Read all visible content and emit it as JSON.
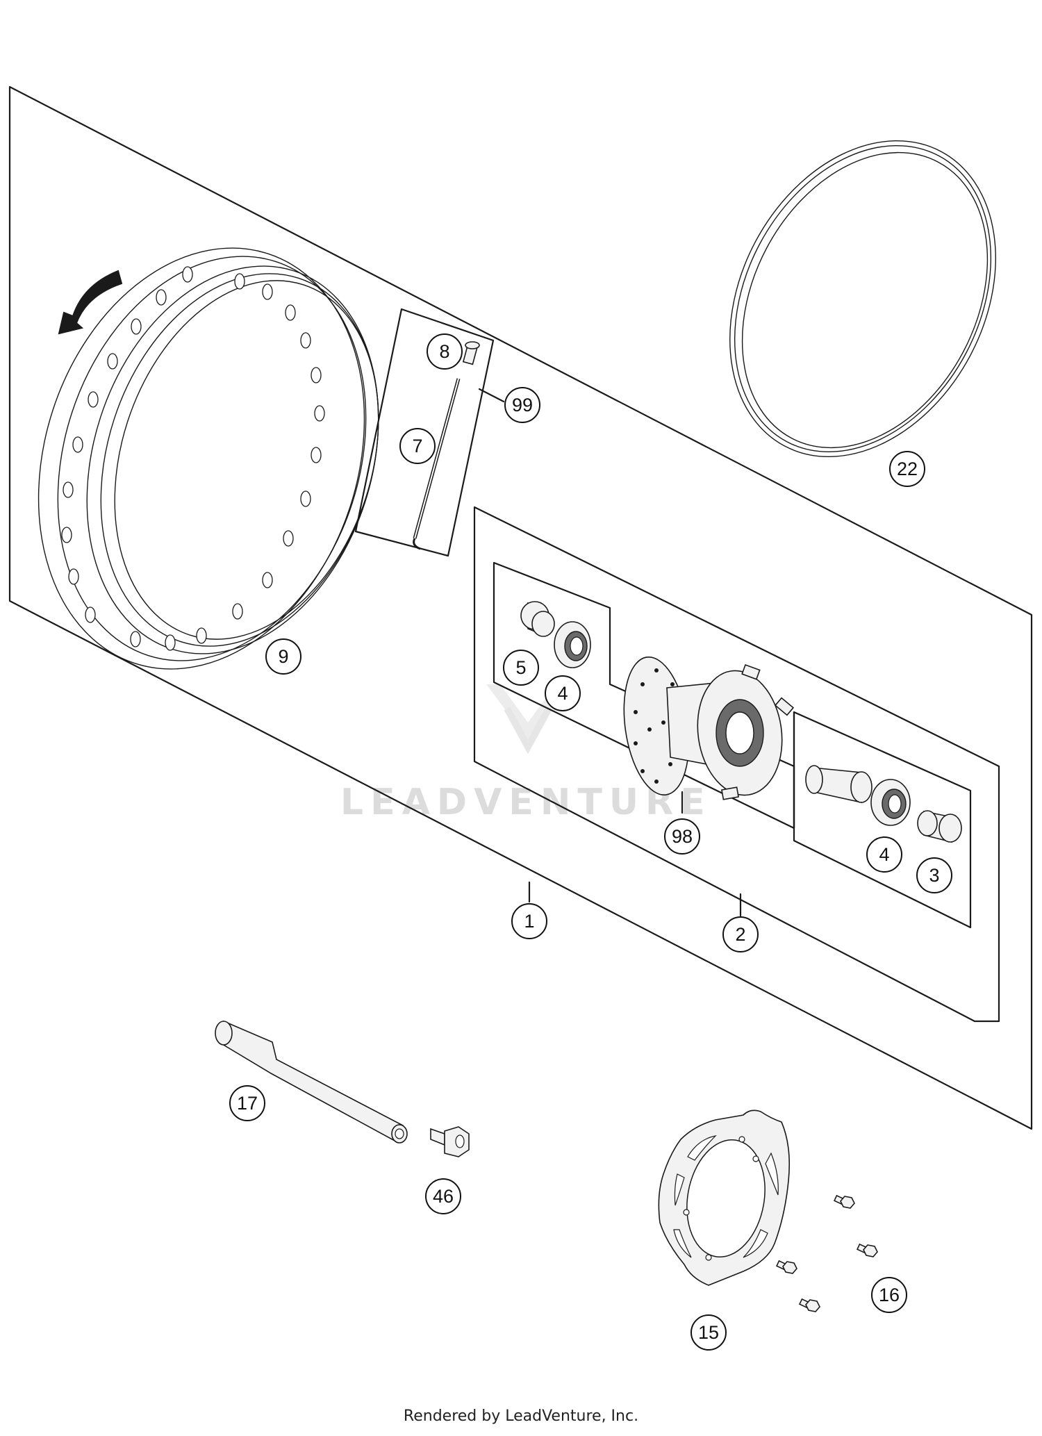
{
  "watermark": "LEADVENTURE",
  "footer": "Rendered by LeadVenture, Inc.",
  "callouts": {
    "c1": "1",
    "c2": "2",
    "c3": "3",
    "c4a": "4",
    "c4b": "4",
    "c5": "5",
    "c7": "7",
    "c8": "8",
    "c9": "9",
    "c15": "15",
    "c16": "16",
    "c17": "17",
    "c22": "22",
    "c46": "46",
    "c98": "98",
    "c99": "99"
  }
}
